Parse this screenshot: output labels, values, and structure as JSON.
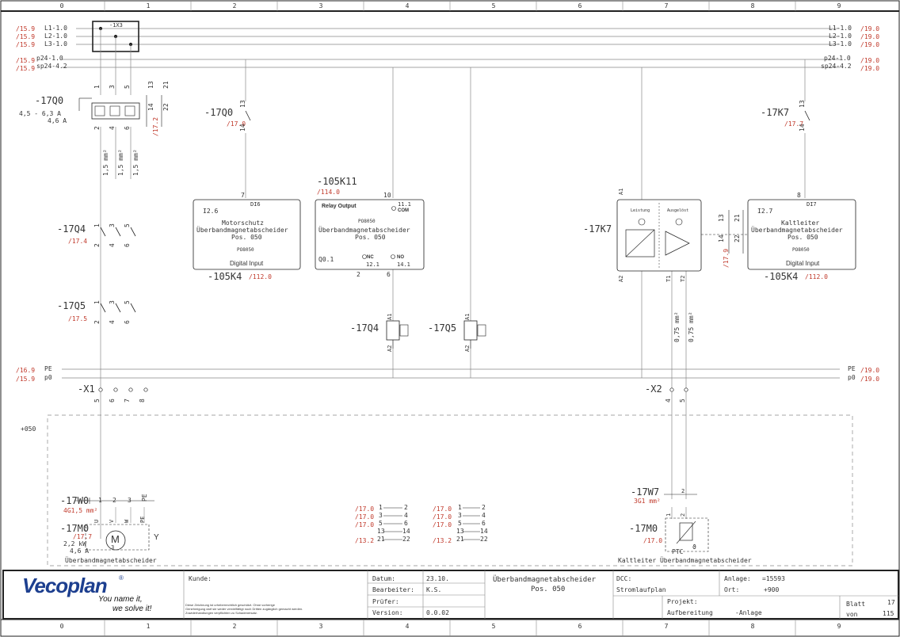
{
  "ruler": [
    "0",
    "1",
    "2",
    "3",
    "4",
    "5",
    "6",
    "7",
    "8",
    "9"
  ],
  "rails_left": [
    {
      "ref": "/15.9",
      "name": "L1-1.0"
    },
    {
      "ref": "/15.9",
      "name": "L2-1.0"
    },
    {
      "ref": "/15.9",
      "name": "L3-1.0"
    },
    {
      "ref": "/15.9",
      "name": "p24-1.0"
    },
    {
      "ref": "/15.9",
      "name": "sp24-4.2"
    }
  ],
  "rails_right": [
    {
      "ref": "/19.0",
      "name": "L1-1.0"
    },
    {
      "ref": "/19.0",
      "name": "L2-1.0"
    },
    {
      "ref": "/19.0",
      "name": "L3-1.0"
    },
    {
      "ref": "/19.0",
      "name": "p24-1.0"
    },
    {
      "ref": "/19.0",
      "name": "sp24-4.2"
    }
  ],
  "pe_left": [
    {
      "ref": "/16.9",
      "name": "PE"
    },
    {
      "ref": "/15.9",
      "name": "p0"
    }
  ],
  "pe_right": [
    {
      "ref": "/19.0",
      "name": "PE"
    },
    {
      "ref": "/19.0",
      "name": "p0"
    }
  ],
  "x3": "-1X3",
  "q0": {
    "tag": "-17Q0",
    "range": "4,5 - 6,3 A",
    "current": "4,6 A",
    "ref": "/17.2",
    "top_pins": [
      "1",
      "3",
      "5",
      "13",
      "21"
    ],
    "bottom_pins": [
      "2",
      "4",
      "6",
      "14",
      "22"
    ],
    "wires": [
      "1,5 mm²",
      "1,5 mm²",
      "1,5 mm²"
    ]
  },
  "q0_contact": {
    "tag": "-17Q0",
    "ref": "/17.0",
    "pin_top": "13",
    "pin_bottom": "14"
  },
  "q4": {
    "tag": "-17Q4",
    "ref": "/17.4",
    "top": [
      "1",
      "3",
      "5"
    ],
    "bottom": [
      "2",
      "4",
      "6"
    ]
  },
  "q5": {
    "tag": "-17Q5",
    "ref": "/17.5",
    "top": [
      "1",
      "3",
      "5"
    ],
    "bottom": [
      "2",
      "4",
      "6"
    ]
  },
  "module_di6": {
    "pin": "7",
    "di": "DI6",
    "addr": "I2.6",
    "title": "Motorschutz",
    "desc": "Überbandmagnetabscheider",
    "pos": "Pos. 050",
    "part": "PO8050",
    "type": "Digital Input",
    "tag": "-105K4",
    "ref": "/112.0"
  },
  "relay": {
    "tag": "-105K11",
    "ref": "/114.0",
    "pin_top": "10",
    "com_num": "11.1",
    "com": "COM",
    "type": "Relay Output",
    "part": "PO8050",
    "desc": "Überbandmagnetabscheider",
    "pos": "Pos. 050",
    "addr": "Q0.1",
    "nc": "NC",
    "nc_num": "12.1",
    "no": "NO",
    "no_num": "14.1",
    "pin_b1": "2",
    "pin_b2": "6"
  },
  "coil_q4": {
    "tag": "-17Q4",
    "a1": "A1",
    "a2": "A2"
  },
  "coil_q5": {
    "tag": "-17Q5",
    "a1": "A1",
    "a2": "A2"
  },
  "k7": {
    "tag": "-17K7",
    "a1": "A1",
    "a2": "A2",
    "t1": "T1",
    "t2": "T2",
    "left_label": "Leistung",
    "right_label": "Ausgelöst",
    "pins_top": [
      "13",
      "21"
    ],
    "pins_bottom": [
      "14",
      "22"
    ],
    "ref": "/17.9",
    "wires": [
      "0,75 mm²",
      "0,75 mm²"
    ]
  },
  "k7_contact": {
    "tag": "-17K7",
    "ref": "/17.7",
    "pin_top": "13",
    "pin_bottom": "14"
  },
  "module_di7": {
    "pin": "8",
    "di": "DI7",
    "addr": "I2.7",
    "title": "Kaltleiter",
    "desc": "Überbandmagnetabscheider",
    "pos": "Pos. 050",
    "part": "PO8050",
    "type": "Digital Input",
    "tag": "-105K4",
    "ref": "/112.0"
  },
  "x1": {
    "tag": "-X1",
    "pins": [
      "5",
      "6",
      "7",
      "8"
    ]
  },
  "x2": {
    "tag": "-X2",
    "pins": [
      "4",
      "5"
    ]
  },
  "location": "+050",
  "w0": {
    "tag": "-17W0",
    "spec": "4G1,5 mm²",
    "pins": [
      "1",
      "2",
      "3",
      "PE"
    ]
  },
  "motor": {
    "tag": "-17M0",
    "ref": "/17.7",
    "power": "2,2 kW",
    "current": "4,6 A",
    "symbol": "M",
    "phases": "3",
    "conn": "Y",
    "pins": [
      "U",
      "V",
      "W",
      "PE"
    ],
    "desc": "Überbandmagnetabscheider"
  },
  "contact_table_1": {
    "rows": [
      {
        "ref": "/17.0",
        "a": "1",
        "b": "2"
      },
      {
        "ref": "/17.0",
        "a": "3",
        "b": "4"
      },
      {
        "ref": "/17.0",
        "a": "5",
        "b": "6"
      },
      {
        "ref": "",
        "a": "13",
        "b": "14"
      },
      {
        "ref": "/13.2",
        "a": "21",
        "b": "22"
      }
    ]
  },
  "contact_table_2": {
    "rows": [
      {
        "ref": "/17.0",
        "a": "1",
        "b": "2"
      },
      {
        "ref": "/17.0",
        "a": "3",
        "b": "4"
      },
      {
        "ref": "/17.0",
        "a": "5",
        "b": "6"
      },
      {
        "ref": "",
        "a": "13",
        "b": "14"
      },
      {
        "ref": "/13.2",
        "a": "21",
        "b": "22"
      }
    ]
  },
  "w7": {
    "tag": "-17W7",
    "spec": "3G1 mm²",
    "pin": "2"
  },
  "m0_ptc": {
    "tag": "-17M0",
    "ref": "/17.0",
    "pins": [
      "1",
      "2"
    ],
    "ptc": "PTC",
    "theta": "ϑ",
    "desc": "Kaltleiter Überbandmagnetabscheider"
  },
  "title_block": {
    "logo": "Vecoplan",
    "reg": "®",
    "slogan1": "You name it,",
    "slogan2": "we solve it!",
    "kunde_label": "Kunde:",
    "disclaimer1": "Diese Zeichnung ist urheberrechtlich geschützt. Ohne vorherige",
    "disclaimer2": "Genehmigung darf sie weder vervielfältigt noch Dritten zugänglich gemacht werden.",
    "disclaimer3": "Zuwiderhandlungen verpflichten zu Schadenersatz.",
    "datum_label": "Datum:",
    "datum": "23.10.",
    "bearbeiter_label": "Bearbeiter:",
    "bearbeiter": "K.S.",
    "pruefer_label": "Prüfer:",
    "version_label": "Version:",
    "version": "0.0.02",
    "title1": "Überbandmagnetabscheider",
    "title2": "Pos. 050",
    "dcc_label": "DCC:",
    "dcc": "Stromlaufplan",
    "anlage_label": "Anlage:",
    "anlage": "=15593",
    "ort_label": "Ort:",
    "ort": "+900",
    "projekt_label": "Projekt:",
    "projekt": "Aufbereitung",
    "projekt_anlage": "-Anlage",
    "blatt_label": "Blatt",
    "blatt": "17",
    "von_label": "von",
    "von": "115"
  }
}
